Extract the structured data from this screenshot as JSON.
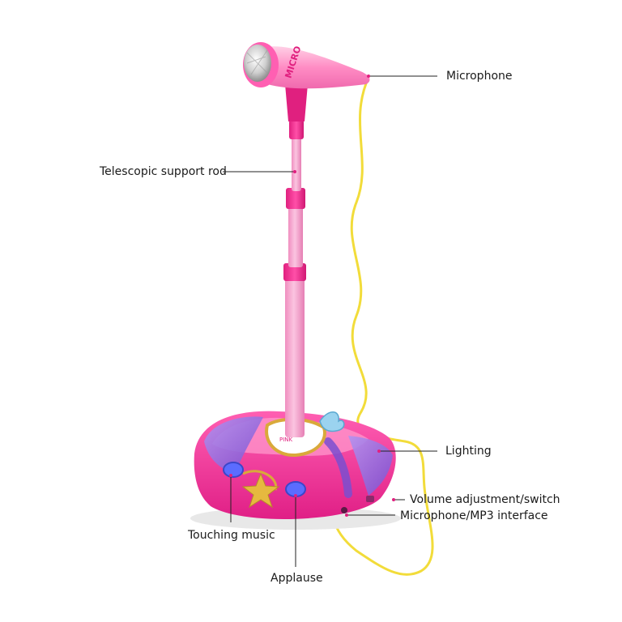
{
  "product": {
    "mic_print": "MICRO",
    "base_print": "PINK",
    "colors": {
      "body_pink": "#ff3c9e",
      "light_pink": "#f7a3cf",
      "grille": "#d9d9d9",
      "cable_yellow": "#f2dc3a",
      "gold": "#d9a93a",
      "purple": "#9b6fe0",
      "button_blue": "#5b6cff"
    }
  },
  "callouts": {
    "microphone": "Microphone",
    "telescopic_rod": "Telescopic support rod",
    "lighting": "Lighting",
    "volume_switch": "Volume adjustment/switch",
    "mic_mp3_interface": "Microphone/MP3 interface",
    "touching_music": "Touching music",
    "applause": "Applause"
  }
}
